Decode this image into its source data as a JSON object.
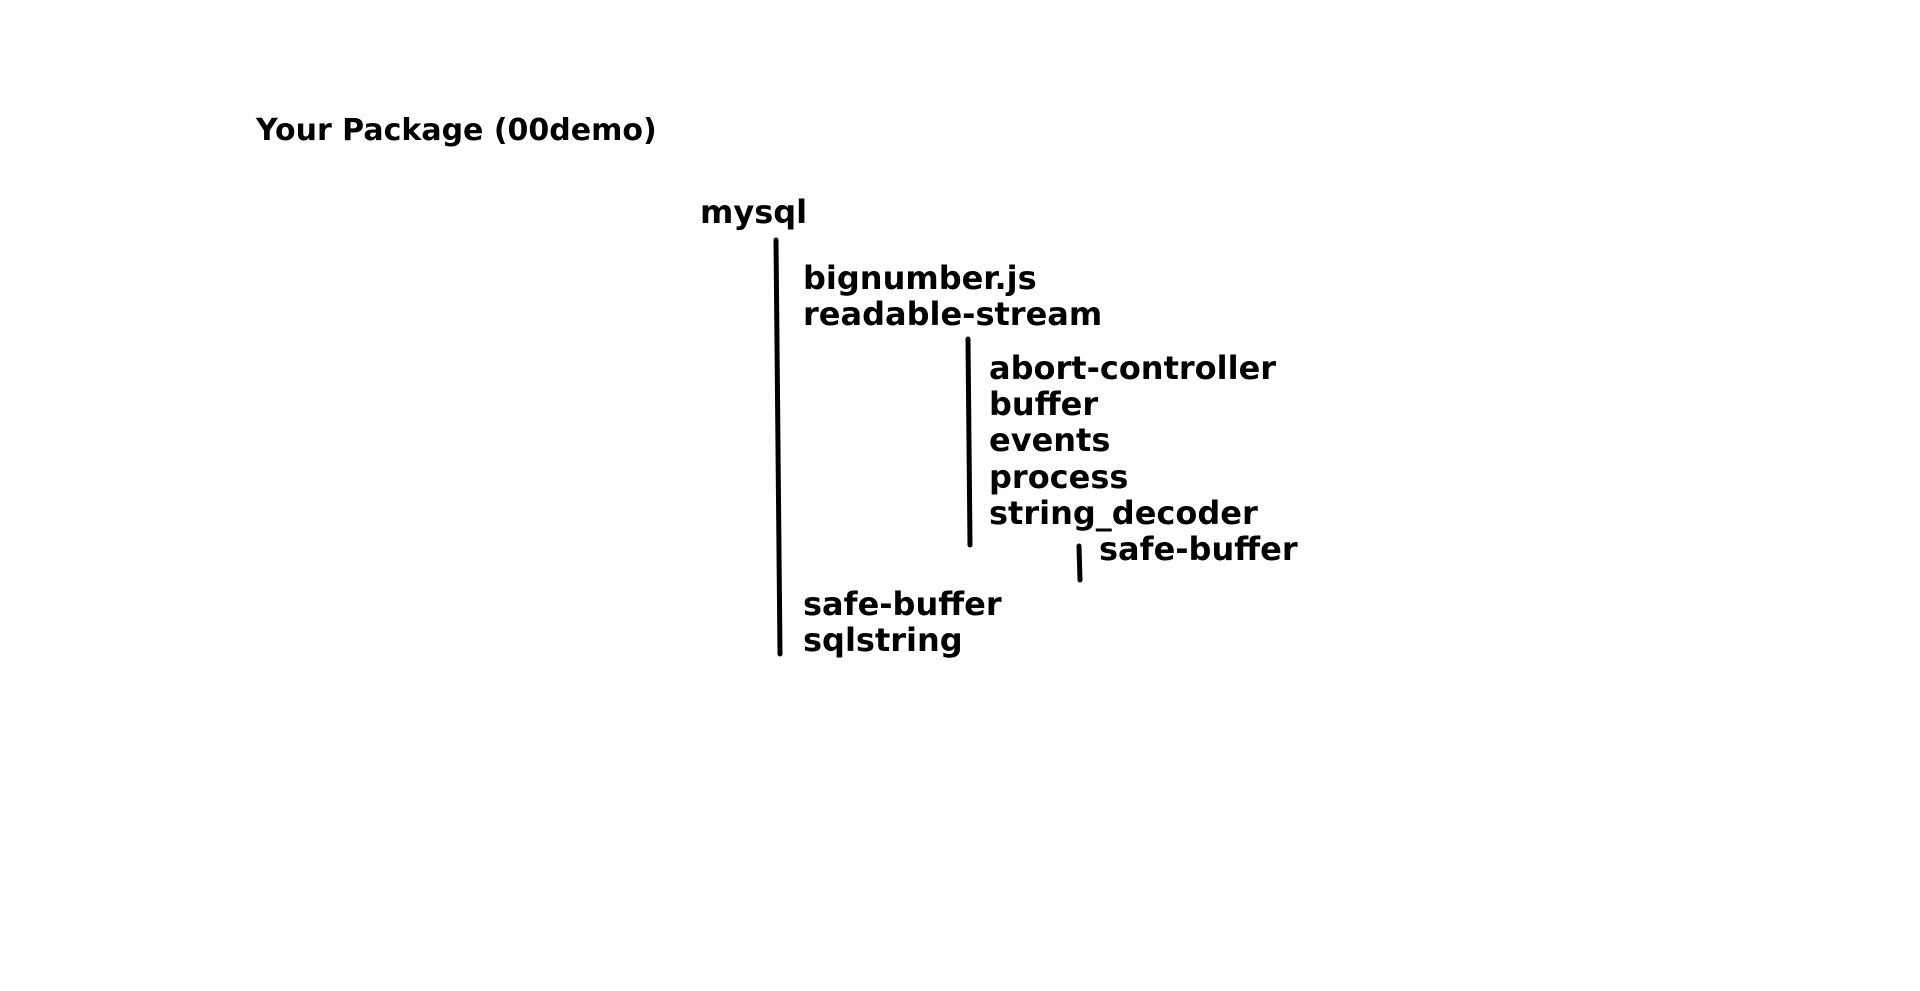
{
  "title": "Your Package (00demo)",
  "tree": {
    "root": "mysql",
    "level1_top": [
      "bignumber.js",
      "readable-stream"
    ],
    "readable_stream_deps": [
      "abort-controller",
      "buffer",
      "events",
      "process",
      "string_decoder"
    ],
    "string_decoder_deps": [
      "safe-buffer"
    ],
    "level1_bottom": [
      "safe-buffer",
      "sqlstring"
    ]
  }
}
